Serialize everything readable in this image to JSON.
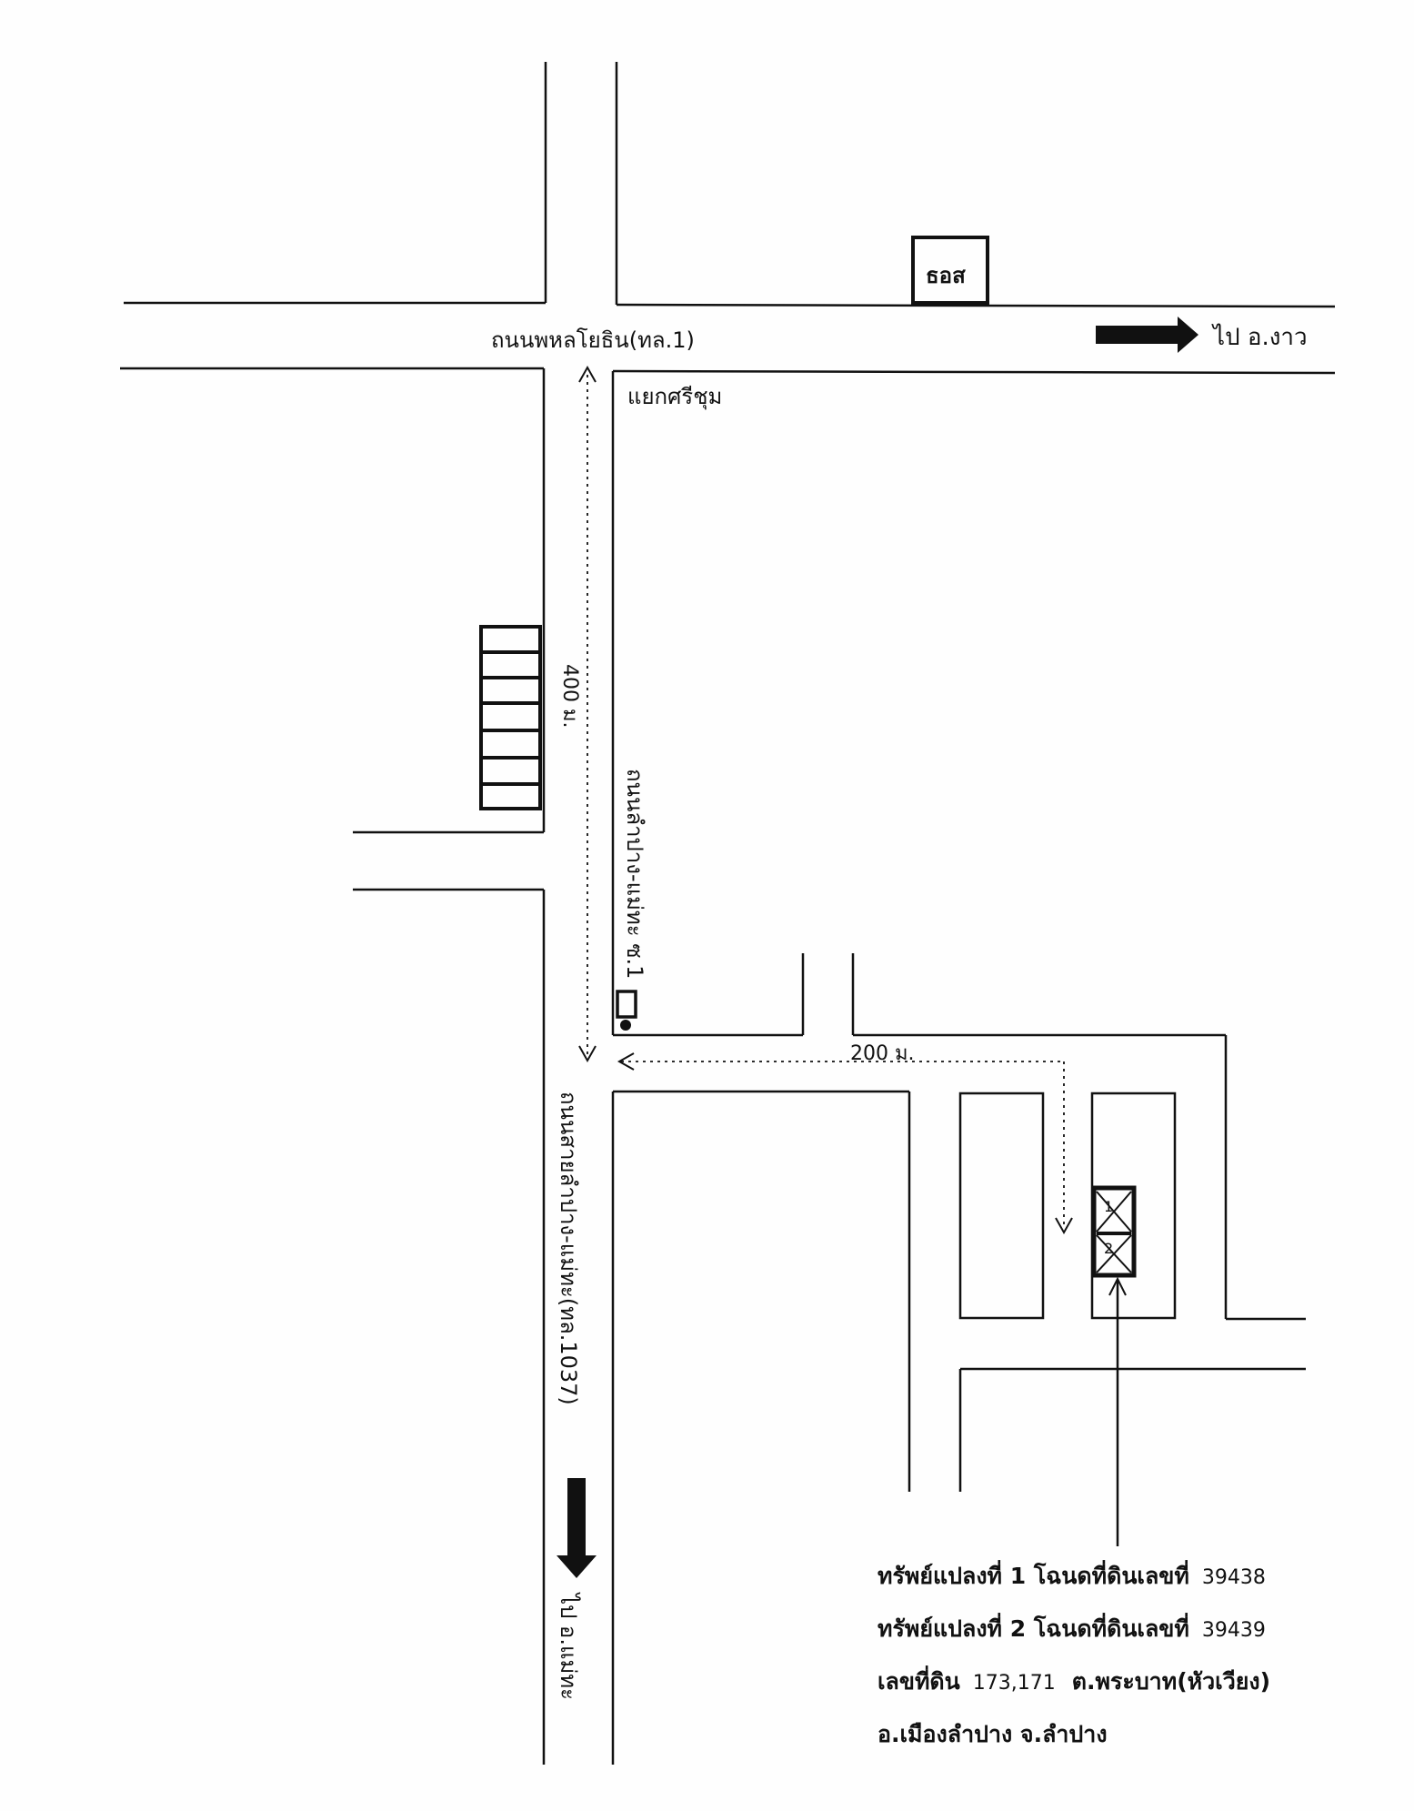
{
  "roads": {
    "highway": "ถนนพหลโยธิน(ทล.1)",
    "main_road": "ถนนสายลำปาง-แม่ทะ(ทล.1037)",
    "soi_road": "ถนนลำปาง-แม่ทะ ซ.1"
  },
  "places": {
    "bank": "ธอส",
    "junction": "แยกศรีชุม"
  },
  "directions": {
    "to_ngao": "ไป อ.งาว",
    "to_mae_tha": "ไป อ.แม่ทะ"
  },
  "distances": {
    "d400": "400 ม.",
    "d200": "200 ม."
  },
  "plots": [
    "1",
    "2"
  ],
  "legend": {
    "line1_text": "ทรัพย์แปลงที่ 1  โฉนดที่ดินเลขที่",
    "line1_num": "39438",
    "line2_text": "ทรัพย์แปลงที่ 2  โฉนดที่ดินเลขที่",
    "line2_num": "39439",
    "line3_a": "เลขที่ดิน",
    "line3_num": "173,171",
    "line3_b": "ต.พระบาท(หัวเวียง)",
    "line4": "อ.เมืองลำปาง  จ.ลำปาง"
  }
}
